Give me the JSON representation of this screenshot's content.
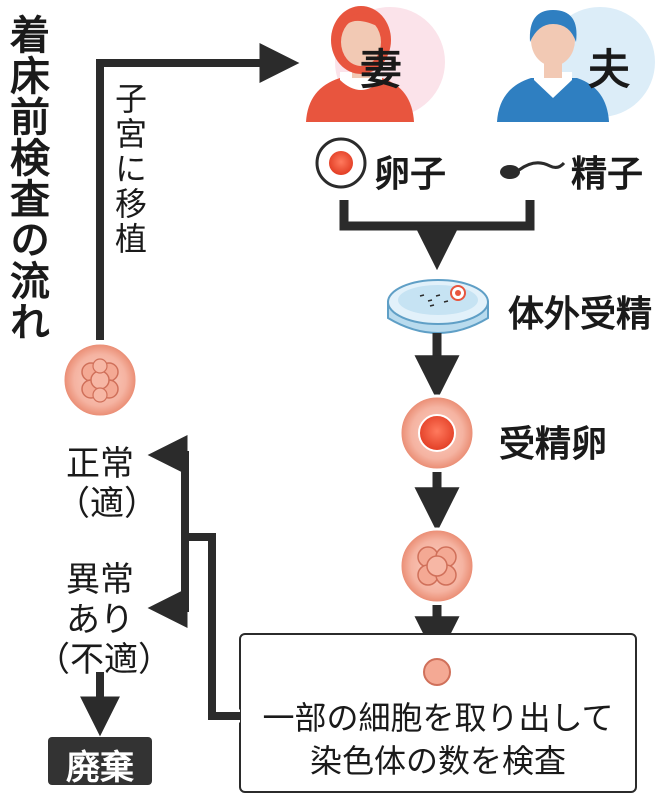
{
  "title": "着床前検査の流れ",
  "labels": {
    "wife": "妻",
    "husband": "夫",
    "egg": "卵子",
    "sperm": "精子",
    "ivf": "体外受精",
    "fertilized_egg": "受精卵",
    "transfer": "子宮に移植",
    "normal_line1": "正常",
    "normal_line2": "（適）",
    "abnormal_line1": "異常",
    "abnormal_line2": "あり",
    "abnormal_line3": "（不適）",
    "discard": "廃棄",
    "check_line1": "一部の細胞を取り出して",
    "check_line2": "染色体の数を検査"
  },
  "colors": {
    "wife_accent": "#e8553e",
    "wife_bg": "#fbe3ea",
    "husband_accent": "#2f7fc1",
    "husband_bg": "#dcedf8",
    "cell": "#f4a994",
    "discard_bg": "#333333"
  }
}
